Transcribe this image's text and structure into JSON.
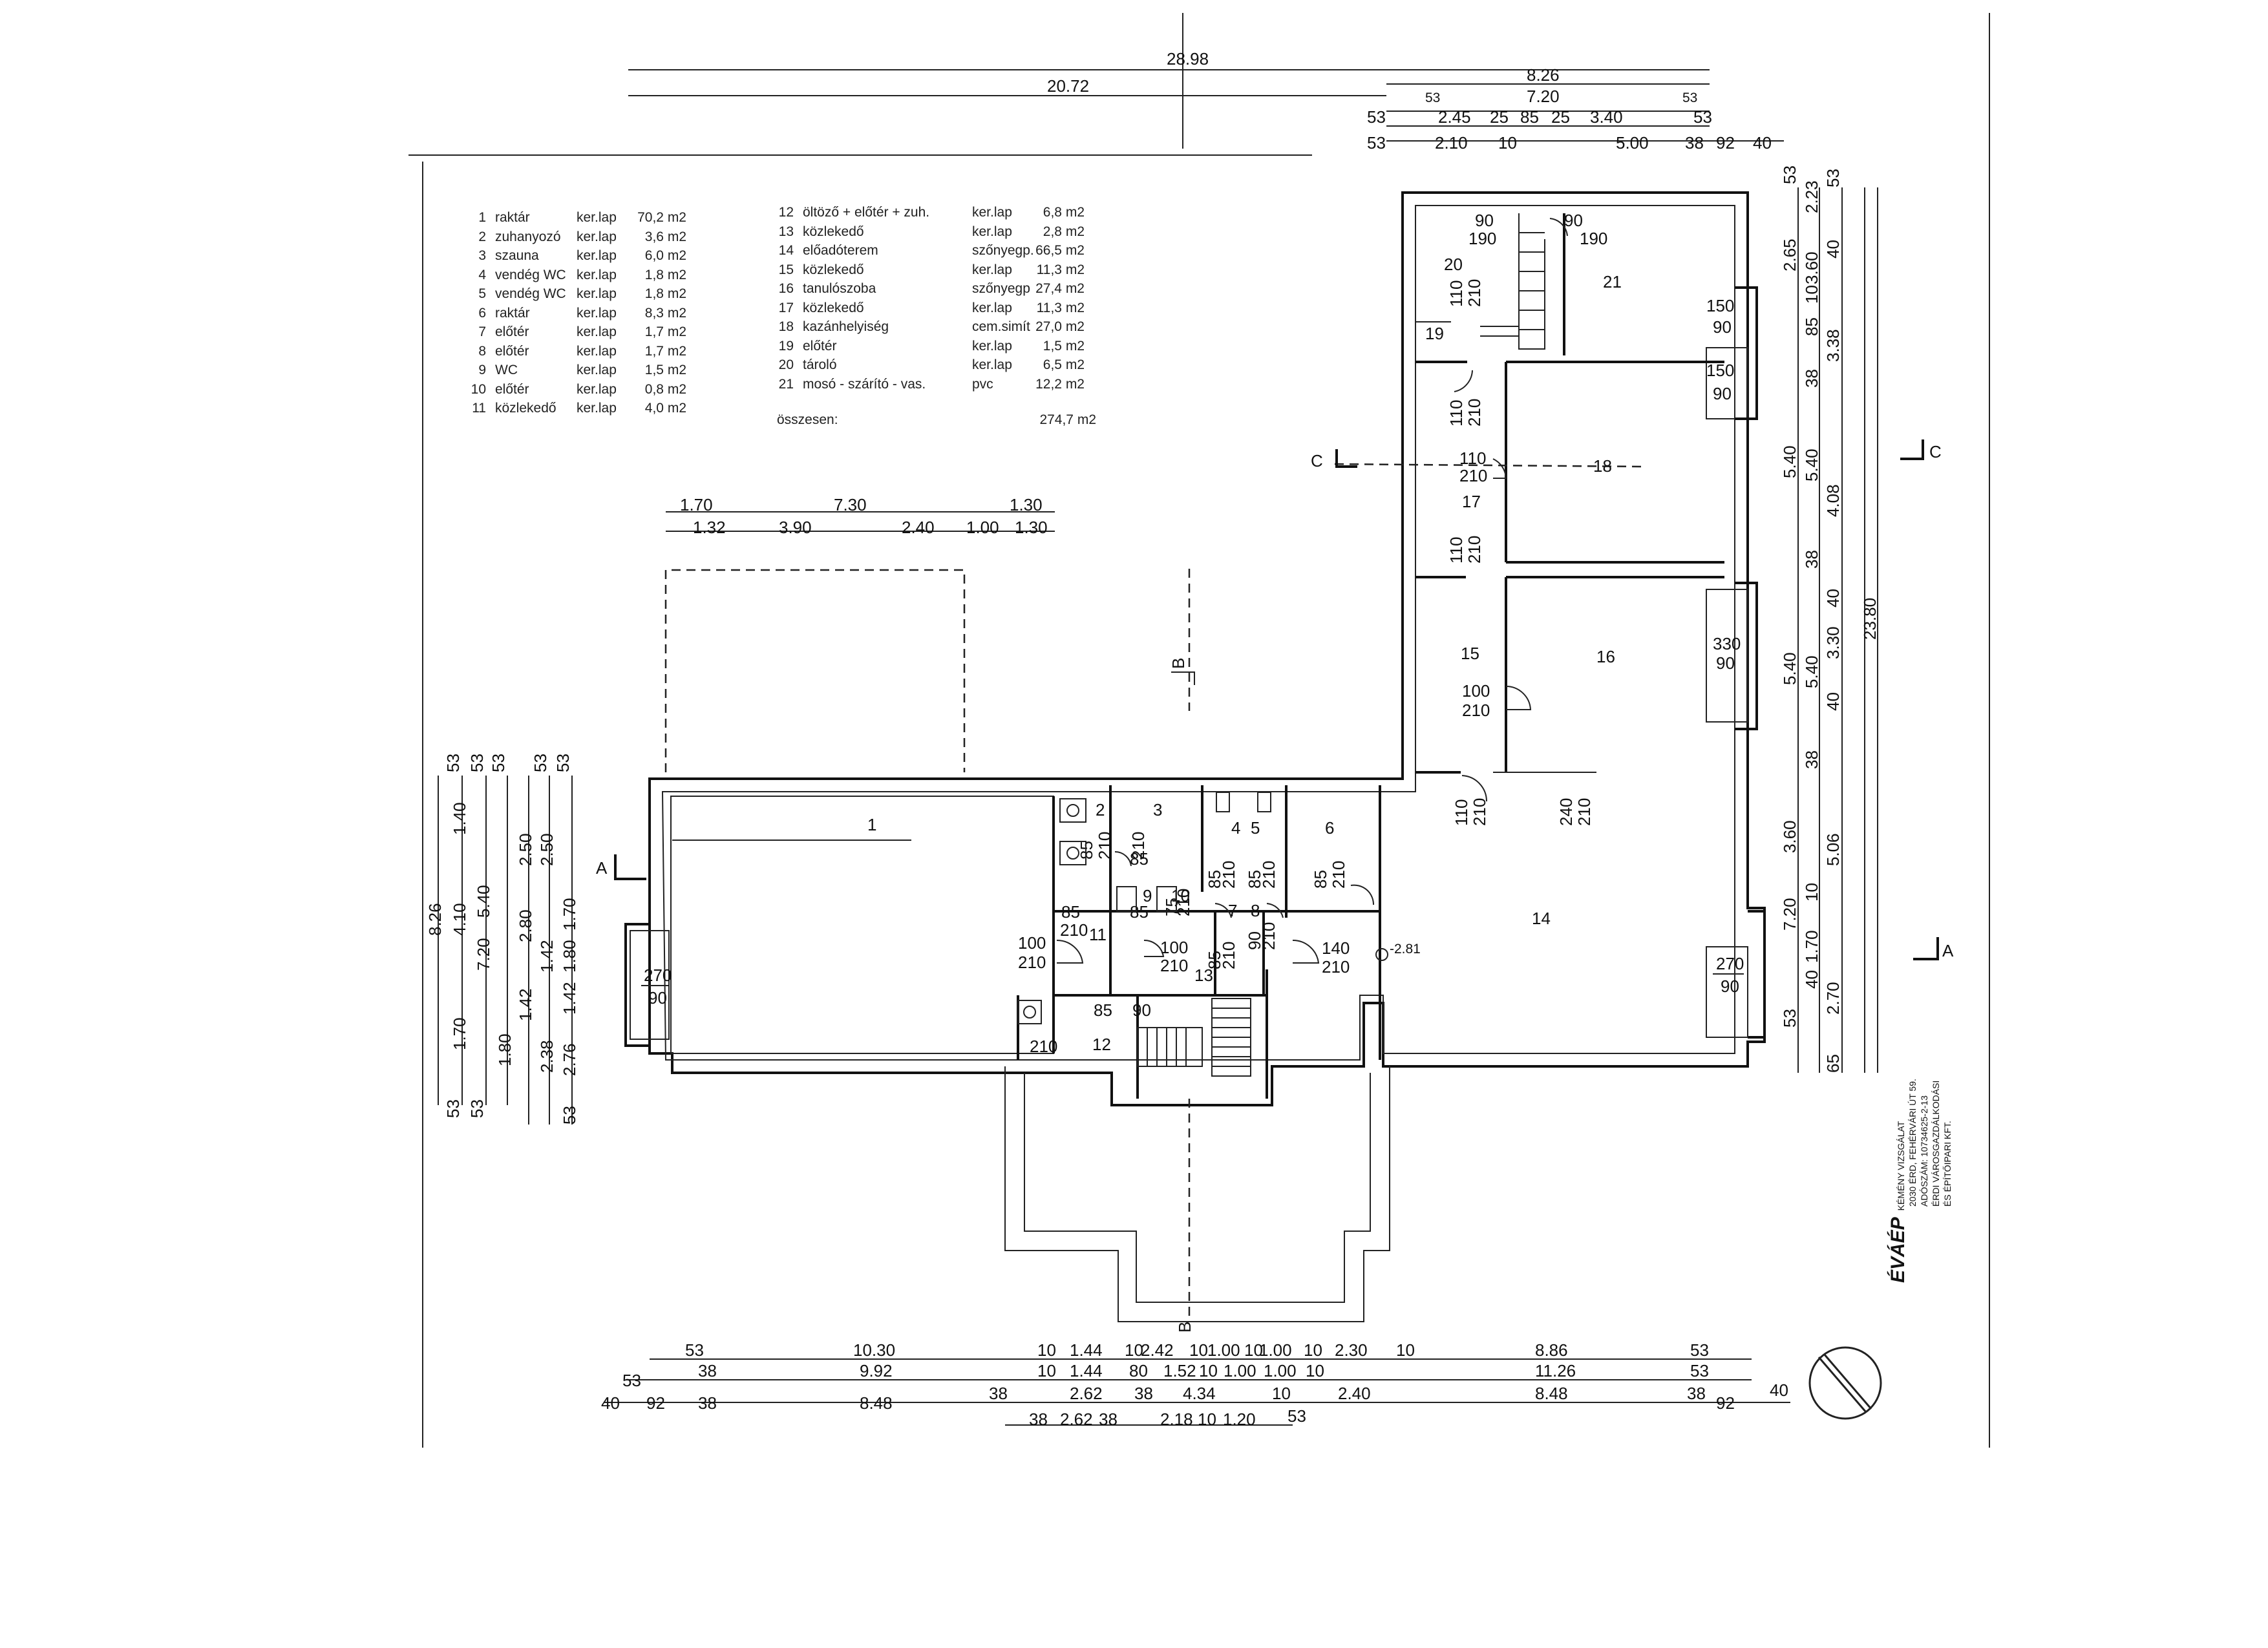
{
  "legend_left": [
    {
      "num": "1",
      "name": "raktár",
      "material": "ker.lap",
      "area": "70,2 m2"
    },
    {
      "num": "2",
      "name": "zuhanyozó",
      "material": "ker.lap",
      "area": "3,6 m2"
    },
    {
      "num": "3",
      "name": "szauna",
      "material": "ker.lap",
      "area": "6,0 m2"
    },
    {
      "num": "4",
      "name": "vendég WC",
      "material": "ker.lap",
      "area": "1,8 m2"
    },
    {
      "num": "5",
      "name": "vendég WC",
      "material": "ker.lap",
      "area": "1,8 m2"
    },
    {
      "num": "6",
      "name": "raktár",
      "material": "ker.lap",
      "area": "8,3 m2"
    },
    {
      "num": "7",
      "name": "előtér",
      "material": "ker.lap",
      "area": "1,7 m2"
    },
    {
      "num": "8",
      "name": "előtér",
      "material": "ker.lap",
      "area": "1,7 m2"
    },
    {
      "num": "9",
      "name": "WC",
      "material": "ker.lap",
      "area": "1,5 m2"
    },
    {
      "num": "10",
      "name": "előtér",
      "material": "ker.lap",
      "area": "0,8 m2"
    },
    {
      "num": "11",
      "name": "közlekedő",
      "material": "ker.lap",
      "area": "4,0 m2"
    }
  ],
  "legend_right": [
    {
      "num": "12",
      "name": "öltöző + előtér + zuh.",
      "material": "ker.lap",
      "area": "6,8 m2"
    },
    {
      "num": "13",
      "name": "közlekedő",
      "material": "ker.lap",
      "area": "2,8 m2"
    },
    {
      "num": "14",
      "name": "előadóterem",
      "material": "szőnyegp.",
      "area": "66,5 m2"
    },
    {
      "num": "15",
      "name": "közlekedő",
      "material": "ker.lap",
      "area": "11,3 m2"
    },
    {
      "num": "16",
      "name": "tanulószoba",
      "material": "szőnyegp",
      "area": "27,4 m2"
    },
    {
      "num": "17",
      "name": "közlekedő",
      "material": "ker.lap",
      "area": "11,3 m2"
    },
    {
      "num": "18",
      "name": "kazánhelyiség",
      "material": "cem.simít",
      "area": "27,0 m2"
    },
    {
      "num": "19",
      "name": "előtér",
      "material": "ker.lap",
      "area": "1,5 m2"
    },
    {
      "num": "20",
      "name": "tároló",
      "material": "ker.lap",
      "area": "6,5 m2"
    },
    {
      "num": "21",
      "name": "mosó - szárító - vas.",
      "material": "pvc",
      "area": "12,2 m2"
    }
  ],
  "total": {
    "label": "összesen:",
    "area": "274,7 m2"
  },
  "stamp": {
    "brand": "ÉVÁÉP",
    "line1": "KÉMÉNY VIZSGÁLAT",
    "line2": "2030 ÉRD, FEHÉRVÁRI ÚT 59.",
    "line3": "ADÓSZÁM: 10734625-2-13",
    "line4": "ÉRDI VÁROSGAZDÁLKODÁSI",
    "line5": "ÉS ÉPÍTŐIPARI KFT."
  },
  "section_marks": {
    "a": "A",
    "b": "B",
    "c": "C"
  },
  "level_mark": "-2.81",
  "rooms": {
    "r1": "1",
    "r2": "2",
    "r3": "3",
    "r4": "4",
    "r5": "5",
    "r6": "6",
    "r7": "7",
    "r8": "8",
    "r9": "9",
    "r10": "10",
    "r11": "11",
    "r12": "12",
    "r13": "13",
    "r14": "14",
    "r15": "15",
    "r16": "16",
    "r17": "17",
    "r18": "18",
    "r19": "19",
    "r20": "20",
    "r21": "21"
  },
  "dims_top": {
    "total": "28.98",
    "left": "20.72",
    "right": "8.26",
    "r1": [
      "53",
      "7.20",
      "53"
    ],
    "r2": [
      "53",
      "2.45",
      "25",
      "85",
      "25",
      "3.40",
      "53"
    ],
    "r3": [
      "53",
      "2.10",
      "10",
      "5.00",
      "38",
      "92",
      "40"
    ]
  },
  "dims_mid": {
    "r1": [
      "1.70",
      "7.30",
      "1.30"
    ],
    "r2": [
      "1.32",
      "3.90",
      "2.40",
      "1.00",
      "1.30"
    ]
  },
  "dims_left": {
    "outer": "8.26",
    "c2": [
      "4.10",
      "1.70"
    ],
    "c3": [
      "1.40",
      "5.40",
      "7.20"
    ],
    "c4": [
      "1.80",
      "53"
    ],
    "c5": [
      "2.50",
      "2.80",
      "1.42",
      "53"
    ],
    "c6": [
      "2.50",
      "1.42",
      "2.38",
      "53"
    ],
    "c7": [
      "1.70",
      "1.80",
      "1.42",
      "2.76",
      "53"
    ],
    "tick": "53"
  },
  "dims_right": {
    "total": "23.80",
    "c1": [
      "53",
      "2.65",
      "5.40",
      "5.40",
      "3.60",
      "7.20",
      "53"
    ],
    "c2": [
      "2.23",
      "3.60",
      "5.40",
      "5.40",
      "5.06",
      "1.70",
      "2.70"
    ],
    "c3": [
      "53",
      "40",
      "3.38",
      "4.08",
      "3.30",
      "40",
      "40",
      "65"
    ],
    "c4": [
      "85",
      "38",
      "38",
      "38",
      "10",
      "10",
      "40"
    ]
  },
  "dims_bottom": {
    "r1": [
      "53",
      "10.30",
      "10",
      "1.44",
      "10",
      "2.42",
      "10",
      "1.00",
      "10",
      "1.00",
      "10",
      "2.30",
      "10",
      "8.86",
      "53"
    ],
    "r2": [
      "53",
      "38",
      "9.92",
      "10",
      "1.44",
      "80",
      "1.52",
      "10",
      "1.00",
      "1.00",
      "10",
      "11.26",
      "53"
    ],
    "r3": [
      "40",
      "92",
      "38",
      "8.48",
      "38",
      "2.62",
      "38",
      "4.34",
      "10",
      "2.40",
      "8.48",
      "38",
      "92",
      "40"
    ],
    "r4": [
      "38",
      "2.62",
      "38",
      "2.18",
      "10",
      "1.20",
      "53"
    ]
  },
  "openings": {
    "w_left": [
      "270",
      "90"
    ],
    "w_right14": [
      "270",
      "90"
    ],
    "w_16": [
      "330",
      "90"
    ],
    "w_18": [
      "150",
      "90"
    ],
    "w_21": [
      "150",
      "90"
    ],
    "d_20a": [
      "90",
      "190"
    ],
    "d_20b": [
      "90",
      "190"
    ],
    "d_19": [
      "110",
      "210"
    ],
    "d_17a": [
      "110",
      "210"
    ],
    "d_17b": [
      "110",
      "210"
    ],
    "d_17c": [
      "110",
      "210"
    ],
    "d_15": [
      "100",
      "210"
    ],
    "d_15b": [
      "110",
      "210"
    ],
    "d_14": [
      "240",
      "210"
    ],
    "d_2": [
      "85",
      "210"
    ],
    "d_3": [
      "85",
      "210"
    ],
    "d_2b": [
      "85",
      "210"
    ],
    "d_11": [
      "100",
      "210"
    ],
    "d_11b": [
      "100",
      "210"
    ],
    "d_4": [
      "85",
      "210"
    ],
    "d_5": [
      "85",
      "210"
    ],
    "d_6": [
      "85",
      "210"
    ],
    "d_8": [
      "85",
      "210"
    ],
    "d_140": [
      "140",
      "210"
    ],
    "d_9": [
      "90",
      "210"
    ],
    "d_10": [
      "75",
      "210"
    ],
    "d_7": [
      "85",
      "210"
    ],
    "d_12a": [
      "85",
      "210"
    ],
    "d_12b": [
      "90",
      "210"
    ],
    "d_12c": [
      "210"
    ]
  }
}
